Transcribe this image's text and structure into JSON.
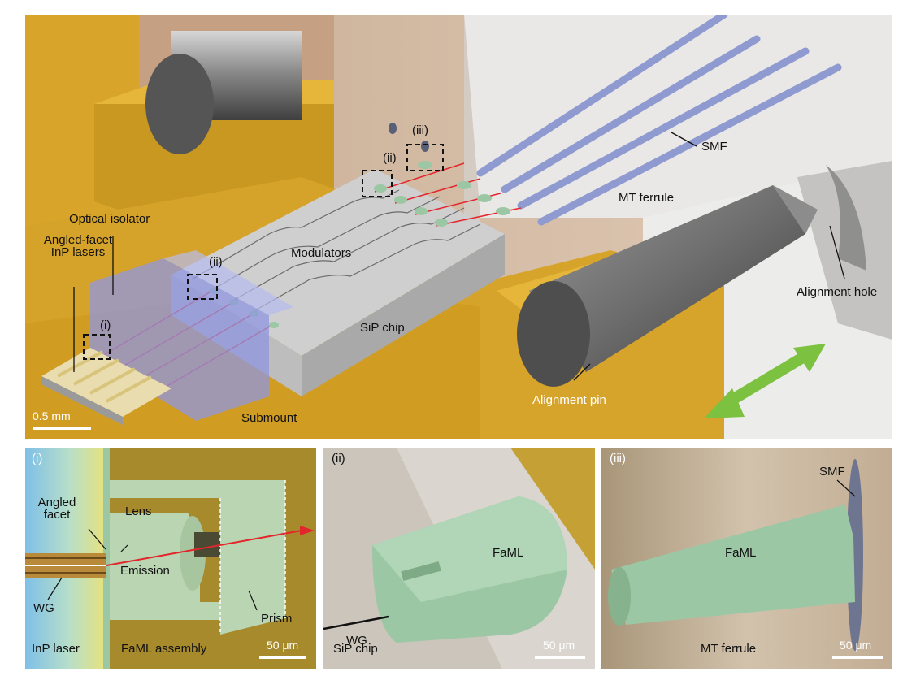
{
  "main": {
    "labels": {
      "optical_isolator": "Optical isolator",
      "lasers": "Angled-facet\nInP lasers",
      "modulators": "Modulators",
      "sip_chip": "SiP chip",
      "submount": "Submount",
      "smf": "SMF",
      "mt_ferrule": "MT ferrule",
      "alignment_hole": "Alignment hole",
      "alignment_pin": "Alignment pin",
      "callout_i": "(i)",
      "callout_ii_a": "(ii)",
      "callout_ii_b": "(ii)",
      "callout_iii": "(iii)",
      "scale": "0.5 mm"
    }
  },
  "panel_i": {
    "tag": "(i)",
    "angled_facet": "Angled\nfacet",
    "lens": "Lens",
    "emission": "Emission",
    "wg": "WG",
    "prism": "Prism",
    "inp_laser": "InP laser",
    "assembly": "FaML assembly",
    "scale": "50 μm"
  },
  "panel_ii": {
    "tag": "(ii)",
    "faml": "FaML",
    "wg": "WG",
    "sip_chip": "SiP chip",
    "scale": "50 μm"
  },
  "panel_iii": {
    "tag": "(iii)",
    "smf": "SMF",
    "faml": "FaML",
    "mt_ferrule": "MT ferrule",
    "scale": "50 μm"
  },
  "colors": {
    "gold": "#d8a52a",
    "ferrule": "#e9e8e6",
    "fiber": "#8e9ad0",
    "faml_green": "#9cc7a4",
    "beam_red": "#e3262b",
    "arrow_green": "#7cc13f",
    "isolator_blue": "#8f97e0"
  }
}
